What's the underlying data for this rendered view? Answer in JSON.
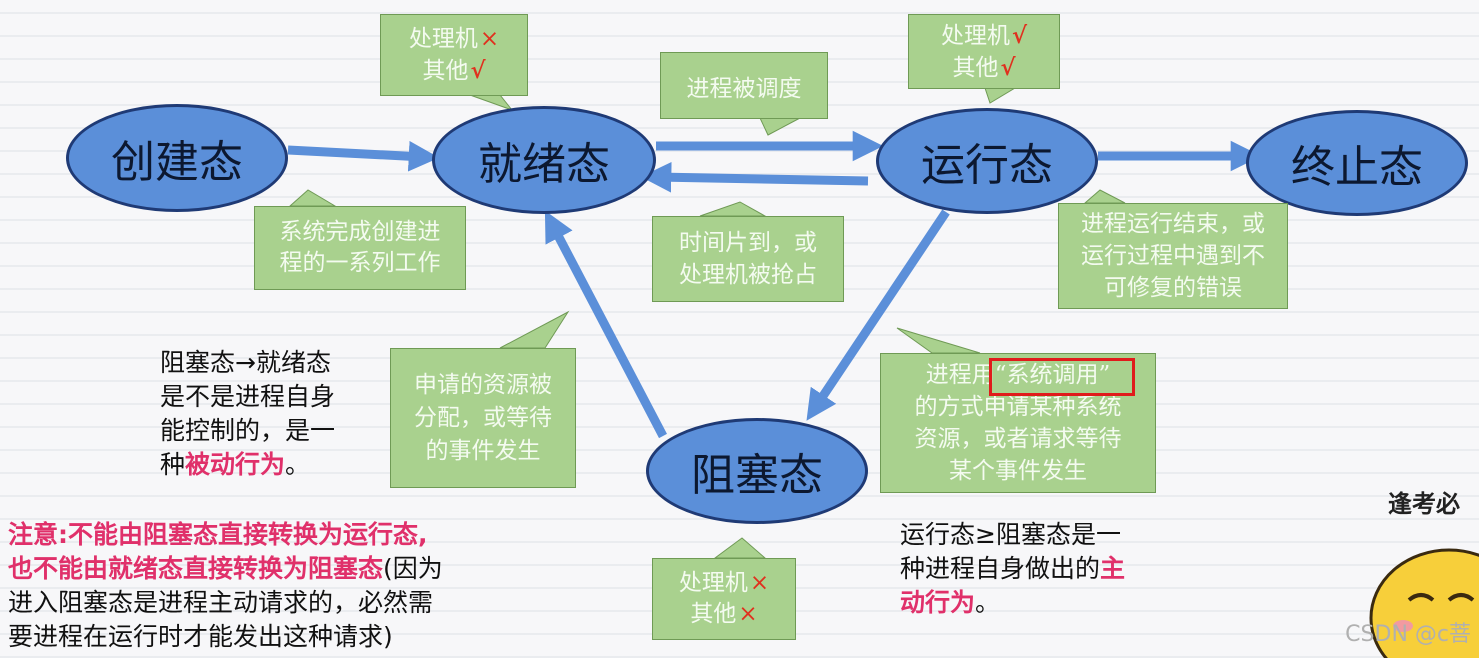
{
  "states": {
    "create": "创建态",
    "ready": "就绪态",
    "running": "运行态",
    "terminated": "终止态",
    "blocked": "阻塞态"
  },
  "callouts": {
    "ready_resources": {
      "line1": "处理机",
      "line1_mark": "×",
      "line2": "其他",
      "line2_mark": "√"
    },
    "running_resources": {
      "line1": "处理机",
      "line1_mark": "√",
      "line2": "其他",
      "line2_mark": "√"
    },
    "blocked_resources": {
      "line1": "处理机",
      "line1_mark": "×",
      "line2": "其他",
      "line2_mark": "×"
    },
    "scheduled": "进程被调度",
    "create_done": {
      "line1": "系统完成创建进",
      "line2": "程的一系列工作"
    },
    "timeslice": {
      "line1": "时间片到，或",
      "line2": "处理机被抢占"
    },
    "terminate_reason": {
      "line1": "进程运行结束，或",
      "line2": "运行过程中遇到不",
      "line3": "可修复的错误"
    },
    "resource_allocated": {
      "line1": "申请的资源被",
      "line2": "分配，或等待",
      "line3": "的事件发生"
    },
    "syscall": {
      "line1_pre": "进程用",
      "line1_box": "“系统调用”",
      "line2": "的方式申请某种系统",
      "line3": "资源，或者请求等待",
      "line4": "某个事件发生"
    }
  },
  "notes": {
    "passive": {
      "line1": "阻塞态→就绪态",
      "line2": "是不是进程自身",
      "line3": "能控制的，是一",
      "line4_pre": "种",
      "line4_red": "被动行为",
      "line4_post": "。"
    },
    "active": {
      "line1": "运行态≥阻塞态是一",
      "line2_pre": "种进程自身做出的",
      "line2_red": "主",
      "line3_red": "动行为",
      "line3_post": "。"
    },
    "warning": {
      "line1_red": "注意:不能由阻塞态直接转换为运行态,",
      "line2_red": "也不能由就绪态直接转换为阻塞态",
      "line2_post": "(因为",
      "line3": "进入阻塞态是进程主动请求的，必然需",
      "line4": "要进程在运行时才能发出这种请求)"
    }
  },
  "brand_text": "逢考必",
  "watermark": "CSDN @c菩",
  "colors": {
    "state_fill": "#5b8fd9",
    "state_border": "#1f3a75",
    "arrow": "#5b8fd9",
    "callout_fill": "#a9d18e",
    "mark_red": "#e0301e",
    "emphasis": "#e0306a"
  }
}
